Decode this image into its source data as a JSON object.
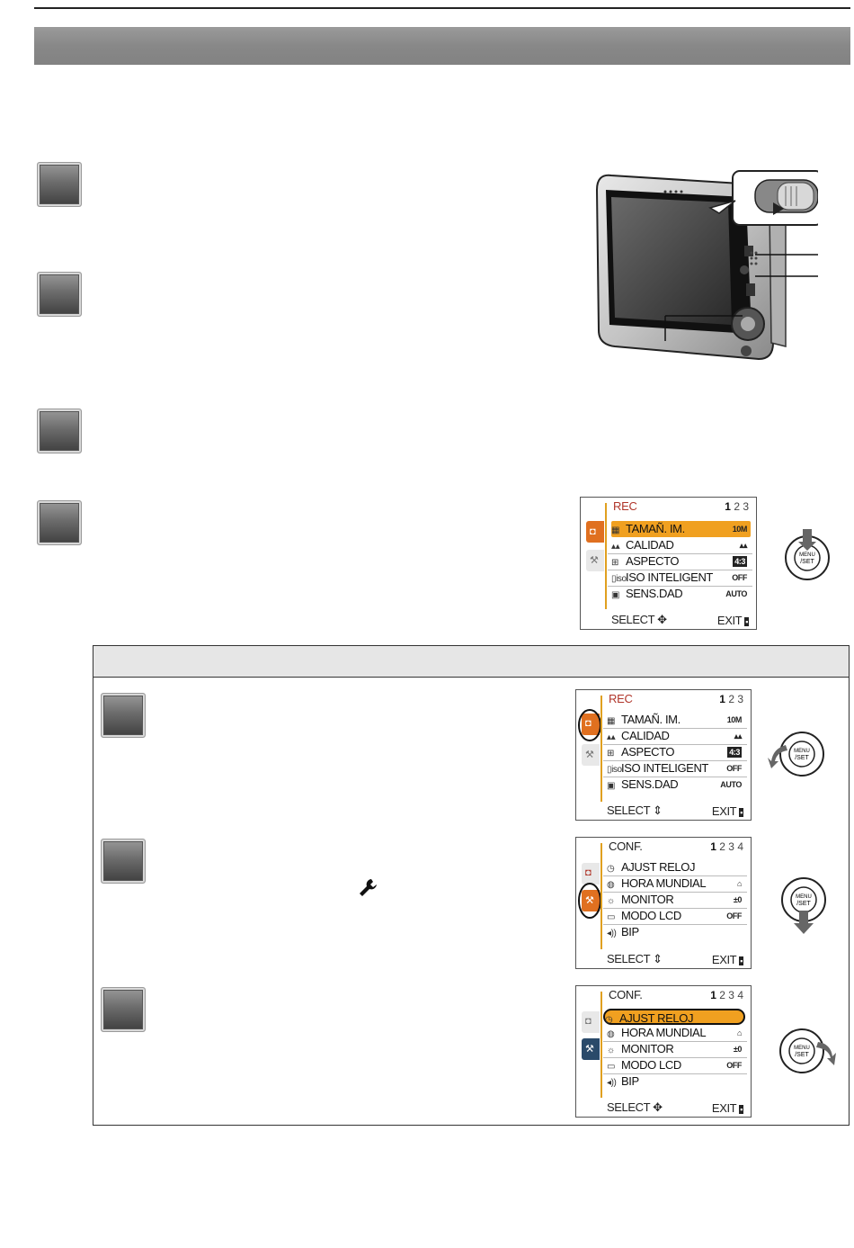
{
  "screens": [
    {
      "header": "REC",
      "page_current": "1",
      "page_rest": "2 3",
      "items": [
        {
          "icon": "size-icon",
          "glyph": "▦",
          "label": "TAMAÑ. IM.",
          "value": "10M",
          "selected": true
        },
        {
          "icon": "quality-icon",
          "glyph": "▴▴",
          "label": "CALIDAD",
          "value": "▴▴"
        },
        {
          "icon": "aspect-icon",
          "glyph": "⊞",
          "label": "ASPECTO",
          "value": "4:3"
        },
        {
          "icon": "iso-icon",
          "glyph": "▯iso",
          "label": "ISO INTELIGENT",
          "value": "OFF"
        },
        {
          "icon": "sensitivity-icon",
          "glyph": "▣",
          "label": "SENS.DAD",
          "value": "AUTO"
        }
      ],
      "footer_left": "SELECT",
      "footer_right": "EXIT"
    },
    {
      "header": "REC",
      "page_current": "1",
      "page_rest": "2 3",
      "items": [
        {
          "icon": "size-icon",
          "glyph": "▦",
          "label": "TAMAÑ. IM.",
          "value": "10M"
        },
        {
          "icon": "quality-icon",
          "glyph": "▴▴",
          "label": "CALIDAD",
          "value": "▴▴"
        },
        {
          "icon": "aspect-icon",
          "glyph": "⊞",
          "label": "ASPECTO",
          "value": "4:3"
        },
        {
          "icon": "iso-icon",
          "glyph": "▯iso",
          "label": "ISO INTELIGENT",
          "value": "OFF"
        },
        {
          "icon": "sensitivity-icon",
          "glyph": "▣",
          "label": "SENS.DAD",
          "value": "AUTO"
        }
      ],
      "footer_left": "SELECT",
      "footer_right": "EXIT"
    },
    {
      "header": "CONF.",
      "page_current": "1",
      "page_rest": "2 3 4",
      "items": [
        {
          "icon": "clock-icon",
          "glyph": "◷",
          "label": "AJUST RELOJ",
          "value": ""
        },
        {
          "icon": "globe-icon",
          "glyph": "◍",
          "label": "HORA MUNDIAL",
          "value": "⌂"
        },
        {
          "icon": "brightness-icon",
          "glyph": "☼",
          "label": "MONITOR",
          "value": "±0"
        },
        {
          "icon": "lcd-icon",
          "glyph": "▭",
          "label": "MODO LCD",
          "value": "OFF"
        },
        {
          "icon": "beep-icon",
          "glyph": "◂))",
          "label": "BIP",
          "value": ""
        }
      ],
      "footer_left": "SELECT",
      "footer_right": "EXIT"
    },
    {
      "header": "CONF.",
      "page_current": "1",
      "page_rest": "2 3 4",
      "items": [
        {
          "icon": "clock-icon",
          "glyph": "◷",
          "label": "AJUST RELOJ",
          "value": "",
          "selected": true
        },
        {
          "icon": "globe-icon",
          "glyph": "◍",
          "label": "HORA MUNDIAL",
          "value": "⌂"
        },
        {
          "icon": "brightness-icon",
          "glyph": "☼",
          "label": "MONITOR",
          "value": "±0"
        },
        {
          "icon": "lcd-icon",
          "glyph": "▭",
          "label": "MODO LCD",
          "value": "OFF"
        },
        {
          "icon": "beep-icon",
          "glyph": "◂))",
          "label": "BIP",
          "value": ""
        }
      ],
      "footer_left": "SELECT",
      "footer_right": "EXIT"
    }
  ],
  "dial_label_top": "MENU",
  "dial_label_bottom": "/SET"
}
